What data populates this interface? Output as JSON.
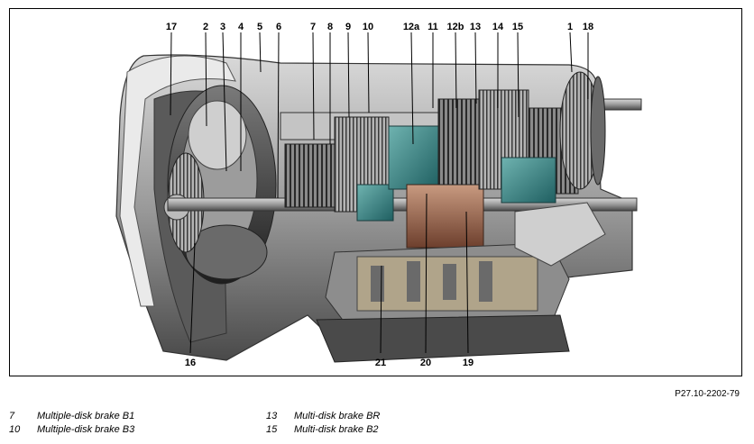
{
  "figure": {
    "reference": "P27.10-2202-79",
    "callouts": [
      "17",
      "2",
      "3",
      "4",
      "5",
      "6",
      "7",
      "8",
      "9",
      "10",
      "12a",
      "11",
      "12b",
      "13",
      "14",
      "15",
      "1",
      "18",
      "16",
      "21",
      "20",
      "19"
    ]
  },
  "legend": {
    "left": [
      {
        "number": "7",
        "label": "Multiple-disk brake B1"
      },
      {
        "number": "10",
        "label": "Multiple-disk brake B3"
      }
    ],
    "right": [
      {
        "number": "13",
        "label": "Multi-disk brake BR"
      },
      {
        "number": "15",
        "label": "Multi-disk brake B2"
      }
    ]
  }
}
